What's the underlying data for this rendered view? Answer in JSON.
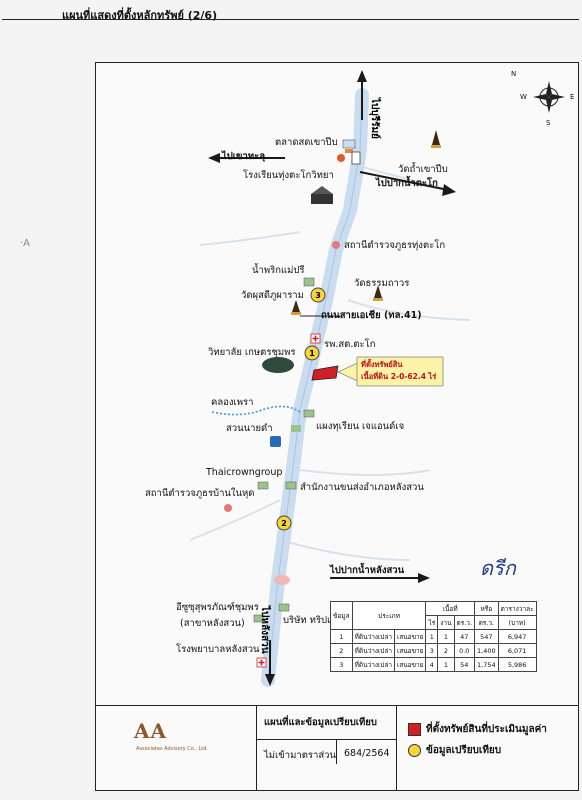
{
  "page": {
    "title": "แผนที่แสดงที่ตั้งหลักทรัพย์ (2/6)"
  },
  "compass": {
    "n": "N",
    "s": "S",
    "e": "E",
    "w": "W"
  },
  "roads": {
    "main_north": "ไปบุรีรัมย์",
    "west": "ไปเขาทะลุ",
    "east": "ไปปากน้ำตะโก",
    "highway": "ถนนสายเอเชีย (ทล.41)",
    "south_east": "ไปปากน้ำหลังสวน",
    "main_south": "ไปหลังสวน"
  },
  "places": {
    "market": "ตลาดสดเขาปีบ",
    "school1": "โรงเรียนทุ่งตะโกวิทยา",
    "temple_khaopip": "วัดถ้ำเขาปีบ",
    "police_tungtako": "สถานีตำรวจภูธรทุ่งตะโก",
    "nam_prik": "น้ำพริกแม่ปรี",
    "wat_thammaram": "วัดธรรมถาวร",
    "wat_kumpasuk": "วัดผุสดีภูผาราม",
    "college": "วิทยาลัย เกษตรชุมพร",
    "hospital": "รพ.สต.ตะโก",
    "canal": "คลองเพรา",
    "garden": "สวนนายดำ",
    "durian": "แผงทุเรียน เจแอนด์เจ",
    "thaicrown": "Thaicrowngroup",
    "police_bannhut": "สถานีตำรวจภูธรบ้านในหุด",
    "district_office": "สำนักงานขนส่งอำเภอหลังสวน",
    "ee_zusu": "อีซูซุสุพรภัณฑ์ชุมพร",
    "ee_zusu2": "(สาขาหลังสวน)",
    "company": "บริษัท ทริปเป้",
    "hospital_langsuan": "โรงพยาบาลหลังสวน"
  },
  "subject": {
    "title": "ที่ตั้งทรัพย์สิน",
    "area": "เนื้อที่ดิน 2-0-62.4 ไร่"
  },
  "markers": [
    "1",
    "2",
    "3"
  ],
  "signature": "ดรีก",
  "table": {
    "headers": {
      "no": "ข้อมูล",
      "type": "ประเภท",
      "area": "เนื้อที่",
      "rai": "ไร่",
      "ngan": "งาน",
      "wa": "ตร.ว.",
      "price_hdr": "หรือ",
      "price_unit": "ตร.ว.",
      "value": "ตารางวาละ",
      "value_unit": "(บาท)"
    },
    "rows": [
      {
        "no": "1",
        "type": "ที่ดินว่างเปล่า",
        "use": "เสนอขาย",
        "rai": "1",
        "ngan": "1",
        "wa": "47",
        "total": "547",
        "price": "6,947"
      },
      {
        "no": "2",
        "type": "ที่ดินว่างเปล่า",
        "use": "เสนอขาย",
        "rai": "3",
        "ngan": "2",
        "wa": "0.0",
        "total": "1,400",
        "price": "6,071"
      },
      {
        "no": "3",
        "type": "ที่ดินว่างเปล่า",
        "use": "เสนอขาย",
        "rai": "4",
        "ngan": "1",
        "wa": "54",
        "total": "1,754",
        "price": "5,986"
      }
    ]
  },
  "footer": {
    "logo": "AA",
    "logo_sub": "Associates Advisory Co., Ltd.",
    "map_title": "แผนที่และข้อมูลเปรียบเทียบ",
    "scale_label": "ไม่เข้ามาตราส่วน",
    "doc_no": "684/2564",
    "legend_property": "ที่ตั้งทรัพย์สินที่ประเมินมูลค่า",
    "legend_compare": "ข้อมูลเปรียบเทียบ"
  },
  "colors": {
    "road": "#c9dcf0",
    "property": "#d21f26",
    "marker": "#f5d53a",
    "callout": "#fbf3a6",
    "arrow": "#1a1a1a"
  }
}
